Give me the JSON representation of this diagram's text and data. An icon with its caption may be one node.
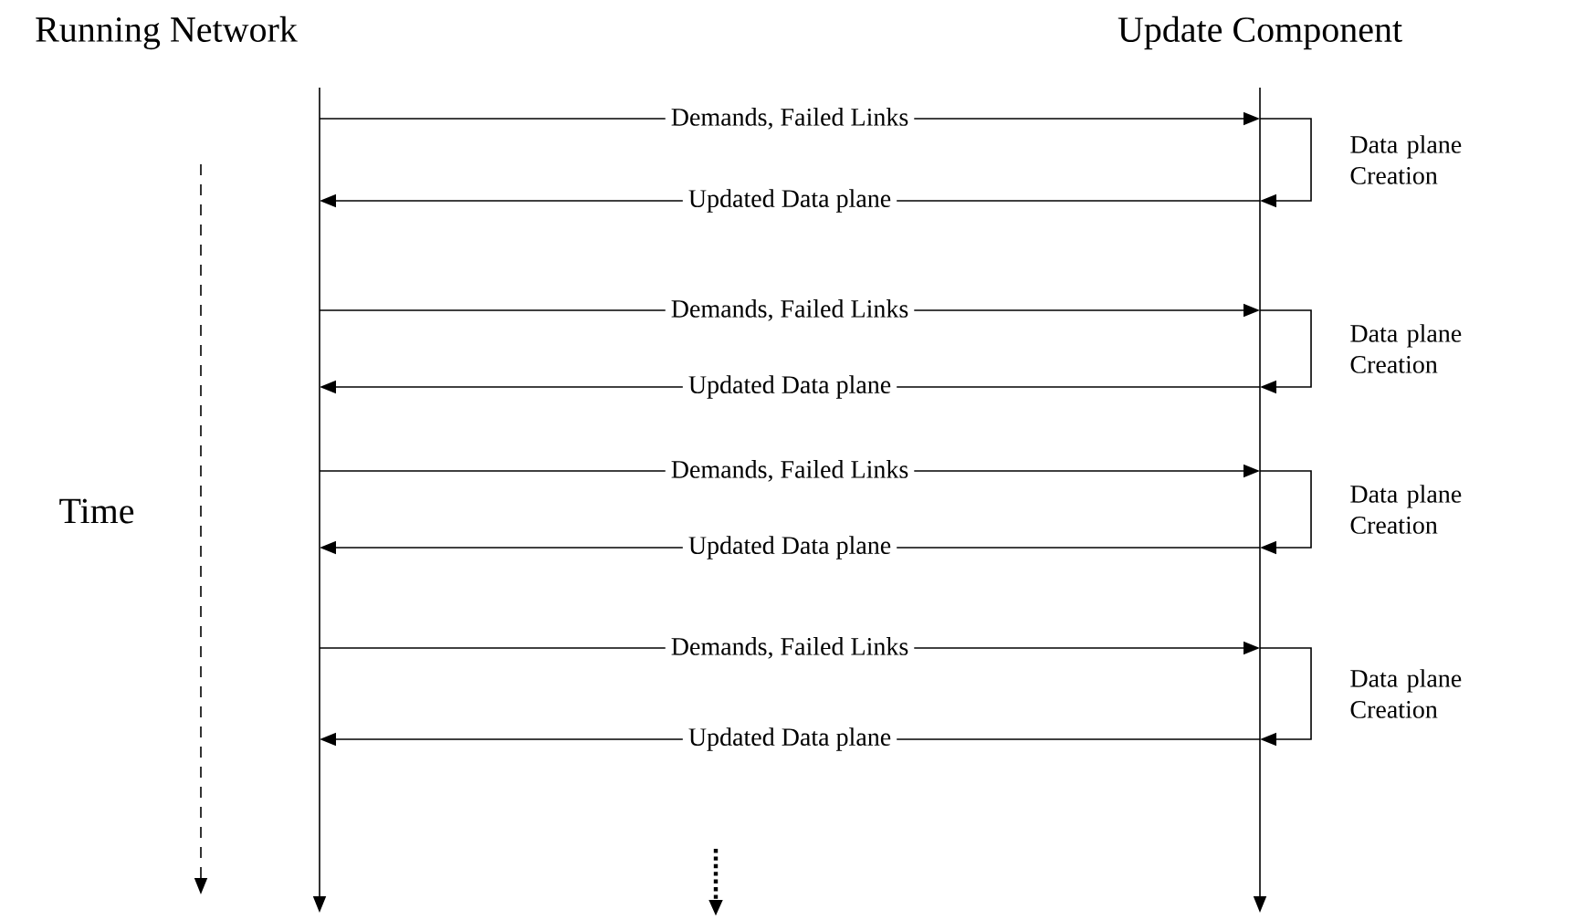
{
  "diagram": {
    "nodes": [
      {
        "text": [
          "Running Network"
        ]
      },
      {
        "text": [
          "Update Component"
        ]
      }
    ],
    "edges": [
      {
        "from": 0,
        "to": 1,
        "arrow": "to",
        "label": "Demands, Failed Links"
      },
      {
        "from": 1,
        "to": 1,
        "arrow": "to",
        "label": "Data plane Creation"
      },
      {
        "from": 1,
        "to": 0,
        "arrow": "to",
        "label": "Updated Data plane"
      },
      {
        "from": 0,
        "to": 1,
        "arrow": "to",
        "label": "Demands, Failed Links"
      },
      {
        "from": 1,
        "to": 1,
        "arrow": "to",
        "label": "Data plane Creation"
      },
      {
        "from": 1,
        "to": 0,
        "arrow": "to",
        "label": "Updated Data plane"
      },
      {
        "from": 0,
        "to": 1,
        "arrow": "to",
        "label": "Demands, Failed Links"
      },
      {
        "from": 1,
        "to": 1,
        "arrow": "to",
        "label": "Data plane Creation"
      },
      {
        "from": 1,
        "to": 0,
        "arrow": "to",
        "label": "Updated Data plane"
      },
      {
        "from": 0,
        "to": 1,
        "arrow": "to",
        "label": "Demands, Failed Links"
      },
      {
        "from": 1,
        "to": 1,
        "arrow": "to",
        "label": "Data plane Creation"
      },
      {
        "from": 1,
        "to": 0,
        "arrow": "to",
        "label": "Updated Data plane"
      }
    ],
    "labels": [
      "Time"
    ]
  }
}
